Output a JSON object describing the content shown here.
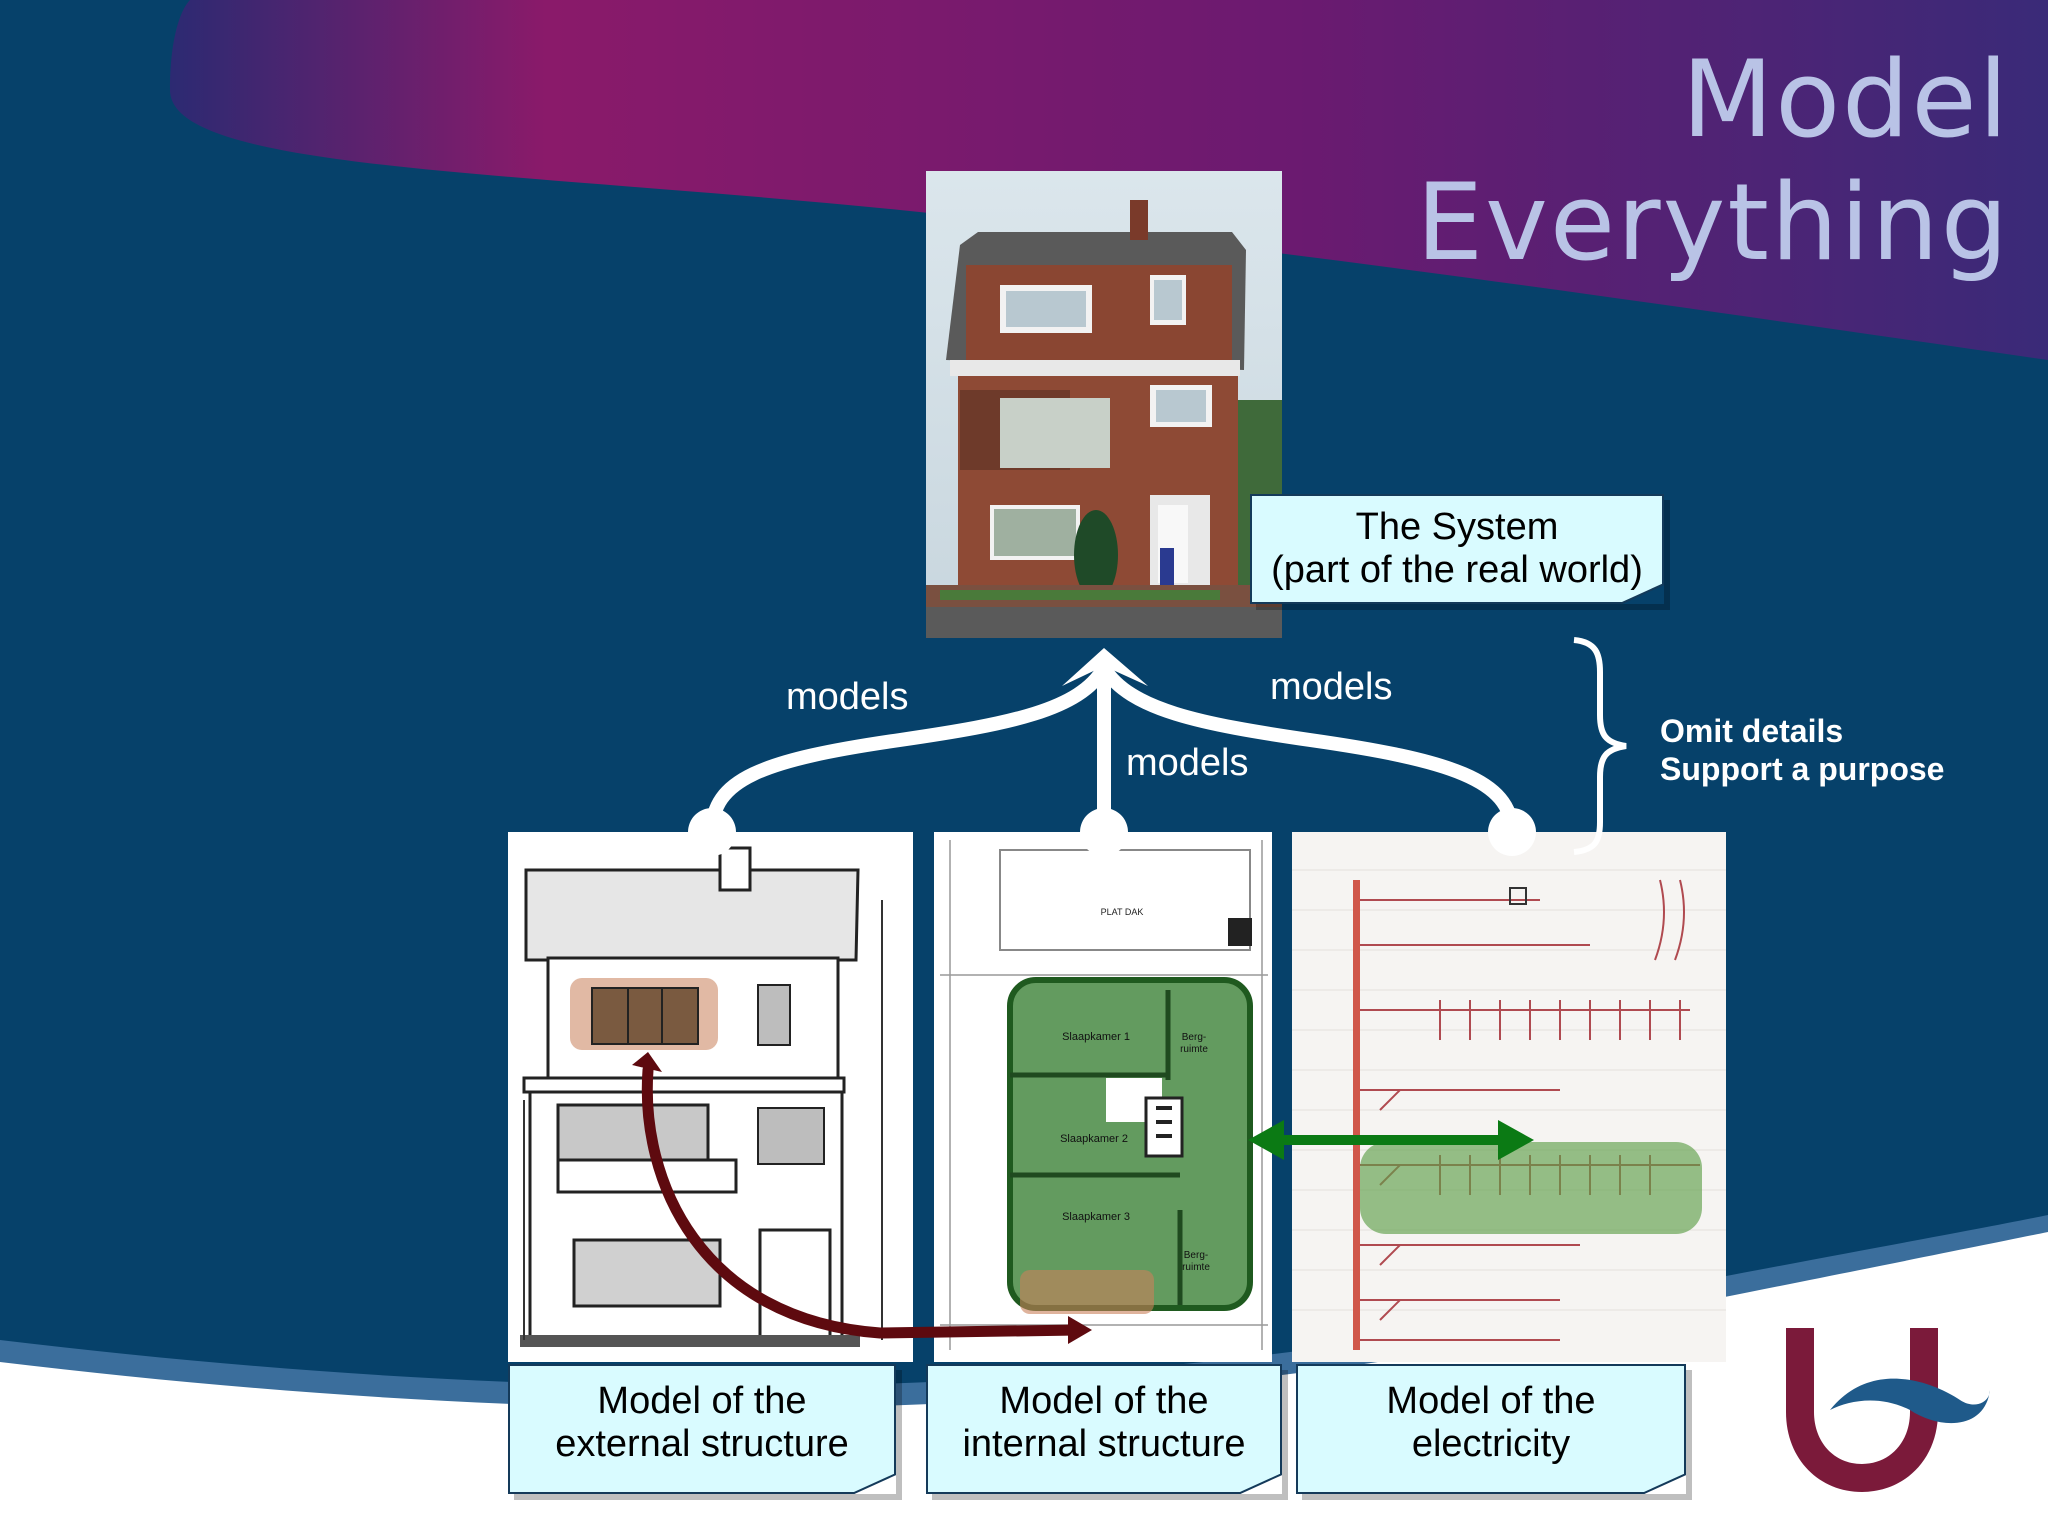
{
  "slide": {
    "title": "Model Everything",
    "system_note": [
      "The System",
      "(part of the real world)"
    ],
    "relation_label": "models",
    "omit_text": [
      "Omit details",
      "Support a purpose"
    ],
    "models": [
      {
        "label": [
          "Model of the",
          "external structure"
        ]
      },
      {
        "label": [
          "Model of the",
          "internal structure"
        ]
      },
      {
        "label": [
          "Model of the",
          "electricity"
        ]
      }
    ],
    "floorplan_labels": [
      "PLAT DAK",
      "Slaapkamer 1",
      "Slaapkamer 2",
      "Slaapkamer 3",
      "Berg-",
      "ruimte"
    ],
    "colors": {
      "background": "#06416a",
      "banner": "#8a1a6a",
      "title": "#b9c3e6",
      "note_fill": "#d9fbff",
      "highlight_green": "#5fa04a",
      "highlight_orange": "#c9805a",
      "arrow_dark_red": "#5e0a0f",
      "arrow_green": "#0b7a14",
      "logo": "#7b1a3a"
    }
  }
}
